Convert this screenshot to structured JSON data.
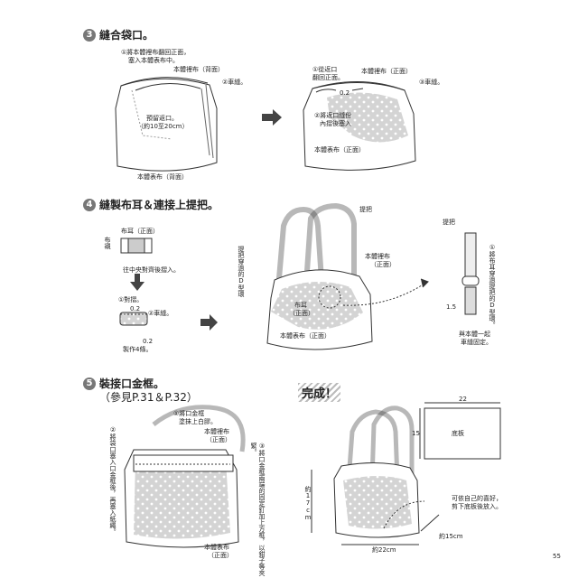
{
  "steps": {
    "s3": {
      "num": "3",
      "title": "縫合袋口。"
    },
    "s4": {
      "num": "4",
      "title": "縫製布耳＆連接上提把。"
    },
    "s5": {
      "num": "5",
      "title": "裝接口金框。",
      "ref": "（參見P.31＆P.32）"
    }
  },
  "s3_left": {
    "l1a": "①將本體裡布翻回正面，",
    "l1b": "塞入本體表布中。",
    "lining": "本體裡布（背面）",
    "sew": "②車縫。",
    "open1": "預留返口。",
    "open2": "（約10至20cm）",
    "outer": "本體表布（背面）"
  },
  "s3_right": {
    "r1a": "①從返口",
    "r1b": "翻回正面。",
    "lining": "本體裡布（正面）",
    "sew": "③車縫。",
    "m02": "0.2",
    "fold1": "②將返口縫份",
    "fold2": "內摺後塞入",
    "outer": "本體表布（正面）"
  },
  "s4_left": {
    "tab": "布耳（正面）",
    "fabric": "布襯",
    "fold": "往中央對齊後摺入。",
    "fold2": "①對摺。",
    "m02a": "0.2",
    "sew": "②車縫。",
    "m02b": "0.2",
    "make": "製作4條。"
  },
  "s4_mid": {
    "handle": "提把",
    "dring_v": "提把穿過的D型環",
    "lining": "本體裡布",
    "lining2": "（正面）",
    "tab": "布耳",
    "tab2": "（正面）",
    "outer": "本體表布（正面）"
  },
  "s4_right": {
    "handle": "提把",
    "v1": "①將布耳穿過提把的D型環。",
    "m15": "1.5",
    "join1": "與本體一起",
    "join2": "車縫固定。"
  },
  "s5_left": {
    "l1a": "①將口金框",
    "l1b": "塗抹上白膠。",
    "lining": "本體裡布",
    "lining2": "（正面）",
    "v2": "②將袋口塞入口金框後，再塞入紙繩。",
    "v3": "③將口金框兩端的固定釘加上方框，以鉗子等夾緊。",
    "outer": "本體表布",
    "outer2": "（正面）"
  },
  "s5_right": {
    "done": "完成！",
    "w22": "22",
    "h15": "15",
    "base": "底板",
    "tip1": "可依自己的喜好，",
    "tip2": "剪下底板後放入。",
    "height": "約17cm",
    "depth": "約15cm",
    "width": "約22cm"
  },
  "page_number": "55"
}
